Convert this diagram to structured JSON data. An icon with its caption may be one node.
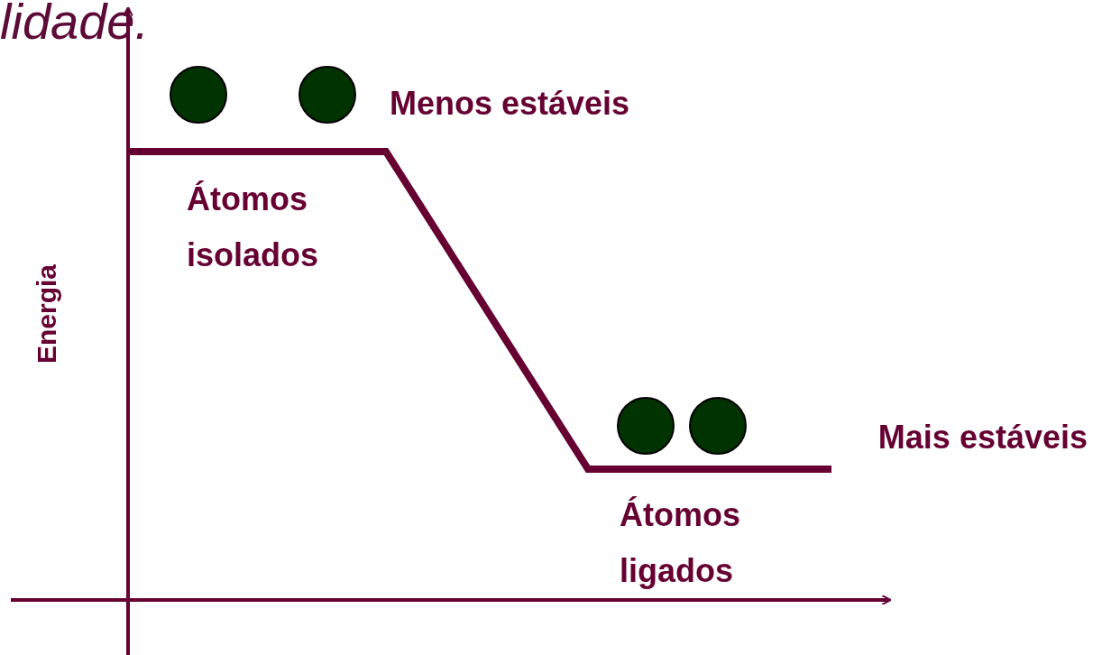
{
  "diagram": {
    "nodes": [
      {
        "text": [],
        "shape": "circle"
      },
      {
        "text": [],
        "shape": "circle"
      },
      {
        "text": [],
        "shape": "circle"
      },
      {
        "text": [],
        "shape": "circle"
      }
    ],
    "labels": [
      "lidade.",
      "Menos estáveis",
      "Átomos isolados",
      "Energia",
      "Mais estáveis",
      "Átomos ligados"
    ]
  }
}
